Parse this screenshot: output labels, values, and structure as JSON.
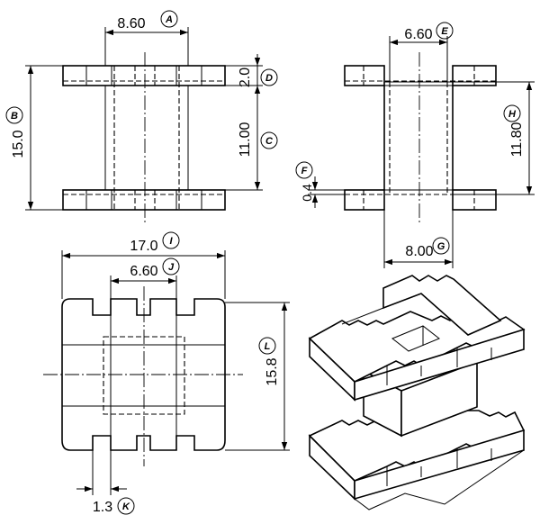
{
  "dimensions": {
    "A": {
      "letter": "A",
      "value": "8.60"
    },
    "B": {
      "letter": "B",
      "value": "15.0"
    },
    "C": {
      "letter": "C",
      "value": "11.00"
    },
    "D": {
      "letter": "D",
      "value": "2.0"
    },
    "E": {
      "letter": "E",
      "value": "6.60"
    },
    "F": {
      "letter": "F",
      "value": "0.4"
    },
    "G": {
      "letter": "G",
      "value": "8.00"
    },
    "H": {
      "letter": "H",
      "value": "11.80"
    },
    "I": {
      "letter": "I",
      "value": "17.0"
    },
    "J": {
      "letter": "J",
      "value": "6.60"
    },
    "K": {
      "letter": "K",
      "value": "1.3"
    },
    "L": {
      "letter": "L",
      "value": "15.8"
    }
  }
}
